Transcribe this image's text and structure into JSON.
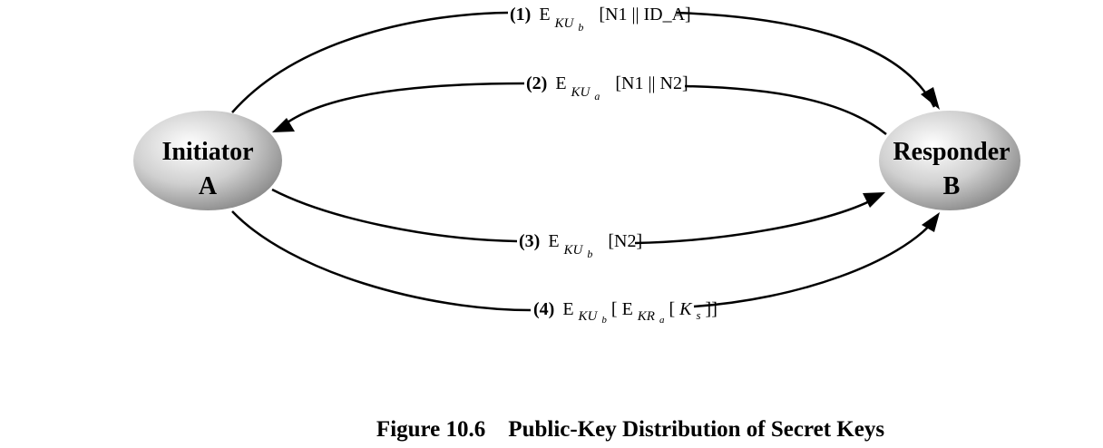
{
  "nodes": {
    "initiator": {
      "line1": "Initiator",
      "line2": "A"
    },
    "responder": {
      "line1": "Responder",
      "line2": "B"
    }
  },
  "messages": [
    {
      "num": "(1)",
      "E": "E",
      "key_main": "KU",
      "key_sub": "b",
      "payload": "[N1 || ID_A]"
    },
    {
      "num": "(2)",
      "E": "E",
      "key_main": "KU",
      "key_sub": "a",
      "payload": "[N1 || N2]"
    },
    {
      "num": "(3)",
      "E": "E",
      "key_main": "KU",
      "key_sub": "b",
      "payload": "[N2]"
    },
    {
      "num": "(4)",
      "E": "E",
      "key_main": "KU",
      "key_sub": "b",
      "inner_E": "E",
      "inner_key_main": "KR",
      "inner_key_sub": "a",
      "inner_payload": "K",
      "inner_payload_sub": "s"
    }
  ],
  "caption": {
    "figure": "Figure 10.6",
    "title": "Public-Key Distribution of Secret Keys"
  }
}
